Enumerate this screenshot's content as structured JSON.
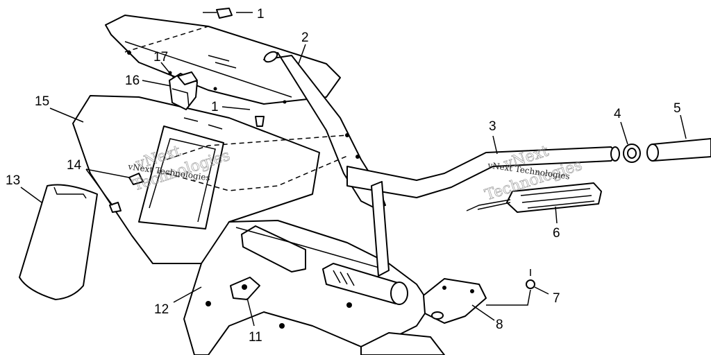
{
  "callouts": [
    {
      "id": "c1a",
      "label": "1"
    },
    {
      "id": "c2",
      "label": "2"
    },
    {
      "id": "c17",
      "label": "17"
    },
    {
      "id": "c16",
      "label": "16"
    },
    {
      "id": "c15",
      "label": "15"
    },
    {
      "id": "c1b",
      "label": "1"
    },
    {
      "id": "c14",
      "label": "14"
    },
    {
      "id": "c13",
      "label": "13"
    },
    {
      "id": "c3",
      "label": "3"
    },
    {
      "id": "c4",
      "label": "4"
    },
    {
      "id": "c5",
      "label": "5"
    },
    {
      "id": "c6",
      "label": "6"
    },
    {
      "id": "c7",
      "label": "7"
    },
    {
      "id": "c8",
      "label": "8"
    },
    {
      "id": "c12",
      "label": "12"
    },
    {
      "id": "c11",
      "label": "11"
    }
  ],
  "watermark": {
    "line1": "vNext",
    "line2": "Technologies",
    "caption": "vNext Technologies"
  }
}
